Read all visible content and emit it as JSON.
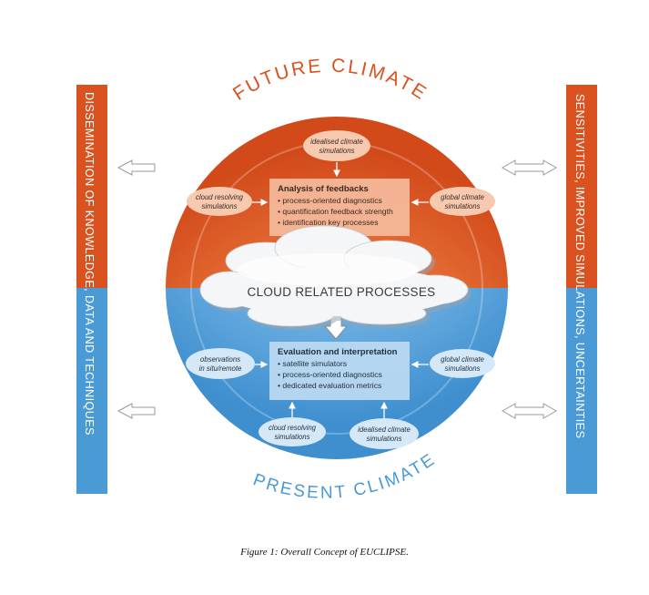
{
  "colors": {
    "future": "#d9521f",
    "future_light": "#f08a4b",
    "present": "#4a9ad6",
    "present_light": "#8fc4ea",
    "box_future": "#f4b596",
    "box_present": "#b9daf2",
    "oval_future": "#f6c4a8",
    "oval_present": "#cfe5f6"
  },
  "arc_top": "FUTURE CLIMATE",
  "arc_bottom": "PRESENT CLIMATE",
  "left_bar": "DISSEMINATION OF KNOWLEDGE, DATA AND TECHNIQUES",
  "right_bar": "SENSITIVITIES, IMPROVED SIMULATIONS, UNCERTAINTIES",
  "cloud": "CLOUD RELATED PROCESSES",
  "future": {
    "box_title": "Analysis of feedbacks",
    "box_items": [
      "• process-oriented diagnostics",
      "• quantification feedback strength",
      "• identification key processes"
    ],
    "oval_top": [
      "idealised climate",
      "simulations"
    ],
    "oval_left": [
      "cloud resolving",
      "simulations"
    ],
    "oval_right": [
      "global climate",
      "simulations"
    ]
  },
  "present": {
    "box_title": "Evaluation and interpretation",
    "box_items": [
      "• satellite simulators",
      "• process-oriented diagnostics",
      "• dedicated evaluation metrics"
    ],
    "oval_left": [
      "observations",
      "in situ/remote"
    ],
    "oval_right": [
      "global climate",
      "simulations"
    ],
    "oval_bottom_left": [
      "cloud resolving",
      "simulations"
    ],
    "oval_bottom_right": [
      "idealised climate",
      "simulations"
    ]
  },
  "caption": "Figure 1: Overall Concept of EUCLIPSE."
}
